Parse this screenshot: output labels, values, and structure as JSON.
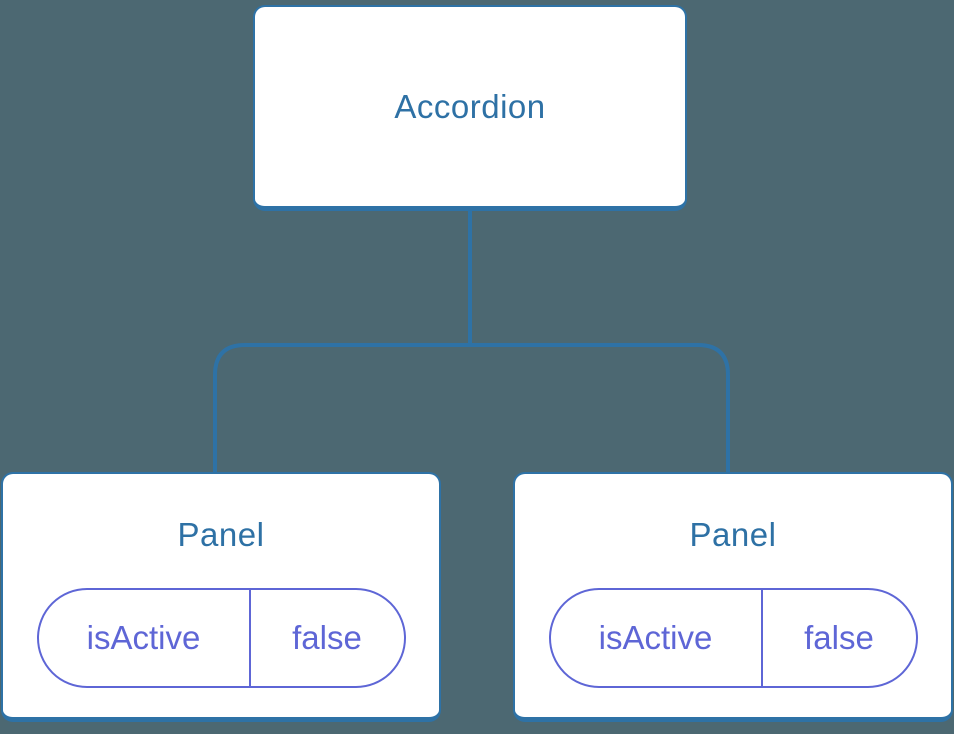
{
  "diagram": {
    "type": "component-tree",
    "colors": {
      "background": "#4C6872",
      "node_border": "#2E72A6",
      "node_text": "#2E71A5",
      "connector": "#2E72A6",
      "state_accent": "#5E66D6"
    },
    "root": {
      "label": "Accordion"
    },
    "children": [
      {
        "label": "Panel",
        "state": {
          "key": "isActive",
          "value": "false"
        }
      },
      {
        "label": "Panel",
        "state": {
          "key": "isActive",
          "value": "false"
        }
      }
    ]
  }
}
